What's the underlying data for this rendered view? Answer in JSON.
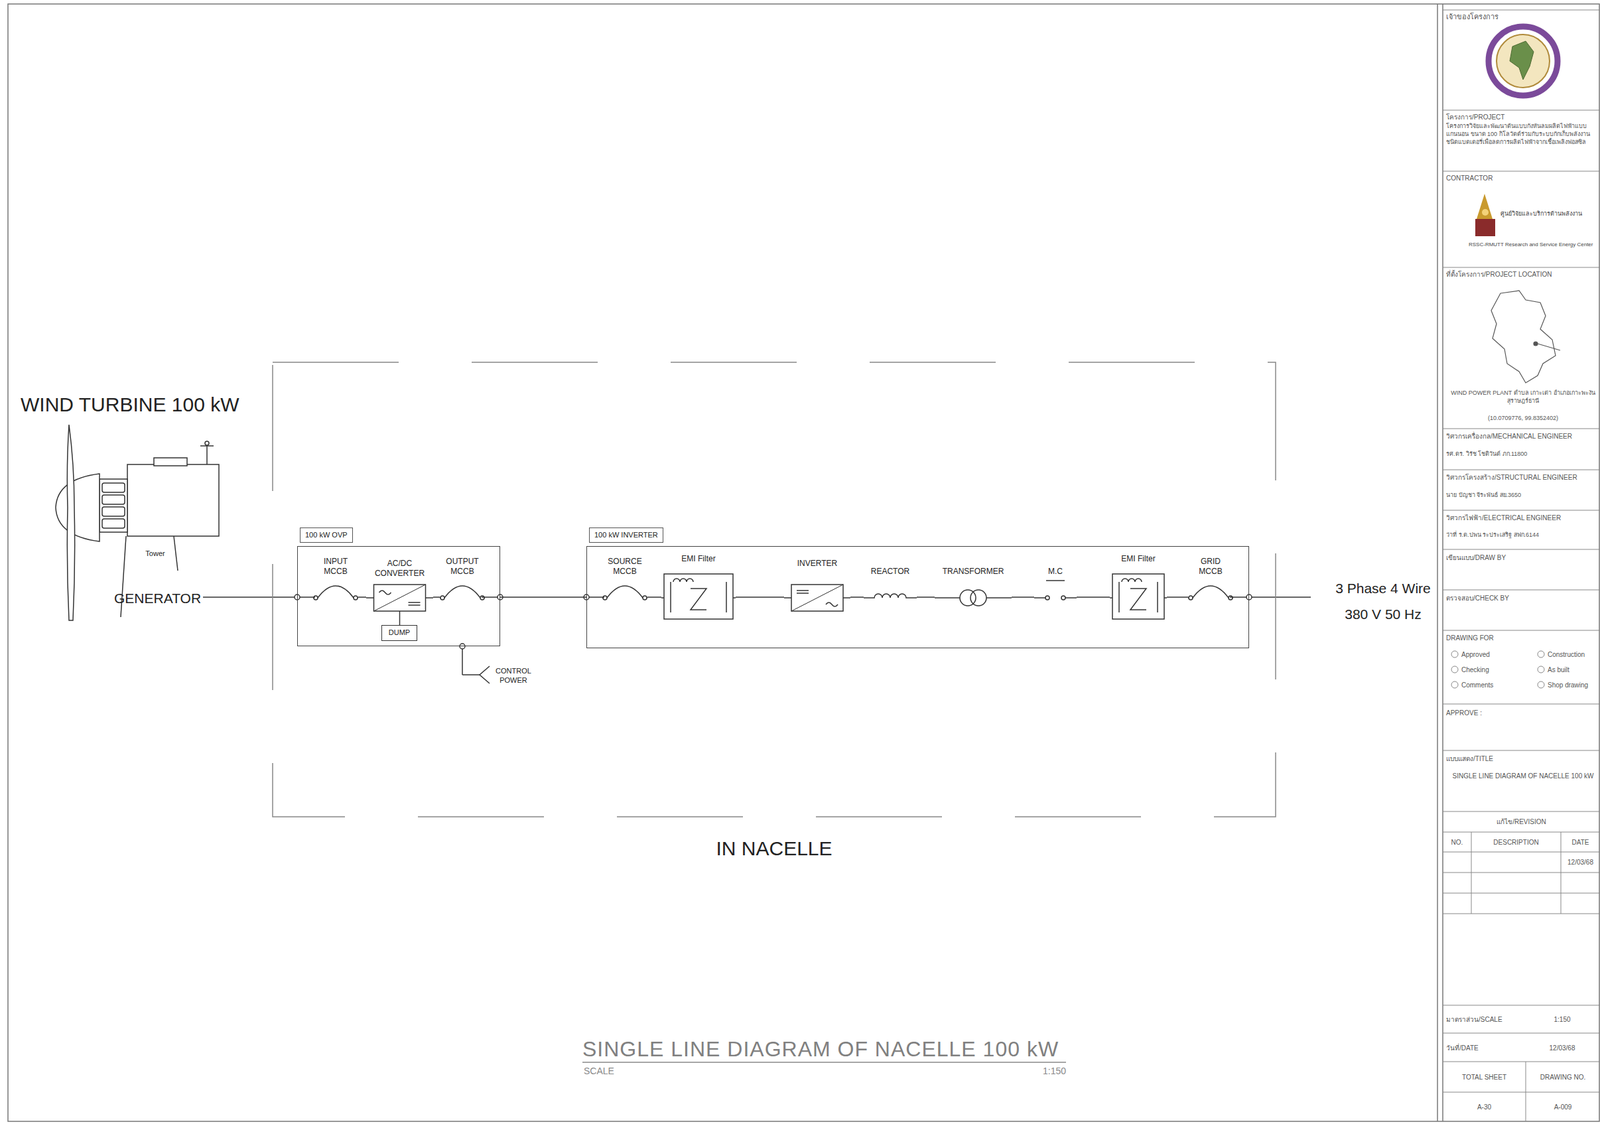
{
  "diagram": {
    "title": "SINGLE LINE DIAGRAM OF NACELLE 100 kW",
    "nodes": [
      {
        "text": [
          "IN NACELLE"
        ]
      },
      {
        "text": [
          "100 kW OVP"
        ],
        "in": 0
      },
      {
        "text": [
          "INPUT MCCB"
        ],
        "in": 1
      },
      {
        "text": [
          "AC/DC CONVERTER"
        ],
        "in": 1
      },
      {
        "text": [
          "DUMP"
        ],
        "in": 1
      },
      {
        "text": [
          "OUTPUT MCCB"
        ],
        "in": 1
      },
      {
        "text": [
          "100 kW INVERTER"
        ],
        "in": 0
      },
      {
        "text": [
          "SOURCE MCCB"
        ],
        "in": 6
      },
      {
        "text": [
          "EMI Filter"
        ],
        "in": 6
      },
      {
        "text": [
          "INVERTER"
        ],
        "in": 6
      },
      {
        "text": [
          "REACTOR"
        ],
        "in": 6
      },
      {
        "text": [
          "TRANSFORMER"
        ],
        "in": 6
      },
      {
        "text": [
          "M.C"
        ],
        "in": 6
      },
      {
        "text": [
          "EMI Filter"
        ],
        "in": 6
      },
      {
        "text": [
          "GRID MCCB"
        ],
        "in": 6
      }
    ],
    "edges": [
      {
        "from": 2,
        "to": 3,
        "arrow": "none"
      },
      {
        "from": 3,
        "to": 4,
        "arrow": "none"
      },
      {
        "from": 3,
        "to": 5,
        "arrow": "none"
      },
      {
        "from": 1,
        "to": 6,
        "arrow": "none"
      },
      {
        "from": 7,
        "to": 8,
        "arrow": "none"
      },
      {
        "from": 8,
        "to": 9,
        "arrow": "none"
      },
      {
        "from": 9,
        "to": 10,
        "arrow": "none"
      },
      {
        "from": 10,
        "to": 11,
        "arrow": "none"
      },
      {
        "from": 11,
        "to": 12,
        "arrow": "none"
      },
      {
        "from": 12,
        "to": 13,
        "arrow": "none"
      },
      {
        "from": 13,
        "to": 14,
        "arrow": "none"
      }
    ],
    "labels": [
      "WIND TURBINE 100 kW",
      "GENERATOR",
      "Tower",
      "CONTROL POWER",
      "3 Phase 4 Wire",
      "380 V 50 Hz",
      "SCALE",
      "1:150",
      "เจ้าของโครงการ",
      "โครงการ/PROJECT",
      "โครงการวิจัยและพัฒนาต้นแบบกังหันลมผลิตไฟฟ้าแบบแกนนอน ขนาด 100 กิโลวัตต์ร่วมกับระบบกักเก็บพลังงานชนิดแบตเตอรี่เพื่อลดการผลิตไฟฟ้าจากเชื้อเพลิงฟอสซิล",
      "CONTRACTOR",
      "ศูนย์วิจัยและบริการด้านพลังงาน",
      "RSSC-RMUTT Research and Service Energy Center",
      "ที่ตั้งโครงการ/PROJECT LOCATION",
      "WIND POWER PLANT ตำบล เกาะเต่า อำเภอเกาะพะงัน สุราษฎร์ธานี",
      "(10.0709776, 99.8352402)",
      "วิศวกรเครื่องกล/MECHANICAL ENGINEER",
      "รศ.ดร. วิรัช โชติวันต์ ภก.11800",
      "วิศวกรโครงสร้าง/STRUCTURAL ENGINEER",
      "นาย ปัญชา จีระพันธ์ สย.3650",
      "วิศวกรไฟฟ้า/ELECTRICAL ENGINEER",
      "ว่าที่ ร.ต.ปพน ระประเสริฐ สฟก.6144",
      "เขียนแบบ/DRAW BY",
      "ตรวจสอบ/CHECK BY",
      "DRAWING FOR",
      "Approved",
      "Construction",
      "Checking",
      "As built",
      "Comments",
      "Shop drawing",
      "APPROVE :",
      "แบบแสดง/TITLE",
      "SINGLE LINE DIAGRAM OF NACELLE 100 kW",
      "แก้ไข/REVISION",
      "NO.",
      "DESCRIPTION",
      "DATE",
      "12/03/68",
      "มาตราส่วน/SCALE",
      "1:150",
      "วันที่/DATE",
      "12/03/68",
      "TOTAL SHEET",
      "DRAWING NO.",
      "A-30",
      "A-009"
    ]
  }
}
